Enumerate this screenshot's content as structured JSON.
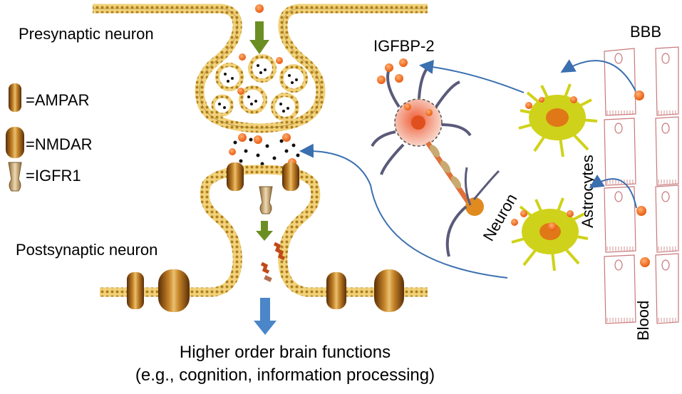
{
  "labels": {
    "presynaptic": "Presynaptic neuron",
    "postsynaptic": "Postsynaptic neuron",
    "igfbp2": "IGFBP-2",
    "bbb": "BBB",
    "neuron": "Neuron",
    "astrocytes": "Astrocytes",
    "blood": "Blood"
  },
  "legend": [
    {
      "label": "=AMPAR",
      "icon": "ampar-icon"
    },
    {
      "label": "=NMDAR",
      "icon": "nmdar-icon"
    },
    {
      "label": "=IGFR1",
      "icon": "igfr1-icon"
    }
  ],
  "caption": {
    "line1": "Higher order brain functions",
    "line2": "(e.g., cognition, information processing)"
  },
  "colors": {
    "membrane_fill": "#e8b830",
    "membrane_dots": "#7a5a10",
    "igfbp2_dot": "#f07820",
    "green_arrow": "#6b8e23",
    "blue_arrow": "#4a86c8",
    "blue_curve": "#3a6fb0",
    "astrocyte_fill": "#cfd21a",
    "astrocyte_nucleus": "#e07818",
    "neuron_body": "#f2b08a",
    "bbb_outline": "#c9787a",
    "receptor_dark": "#6b3a0a",
    "receptor_light": "#d8a050"
  }
}
